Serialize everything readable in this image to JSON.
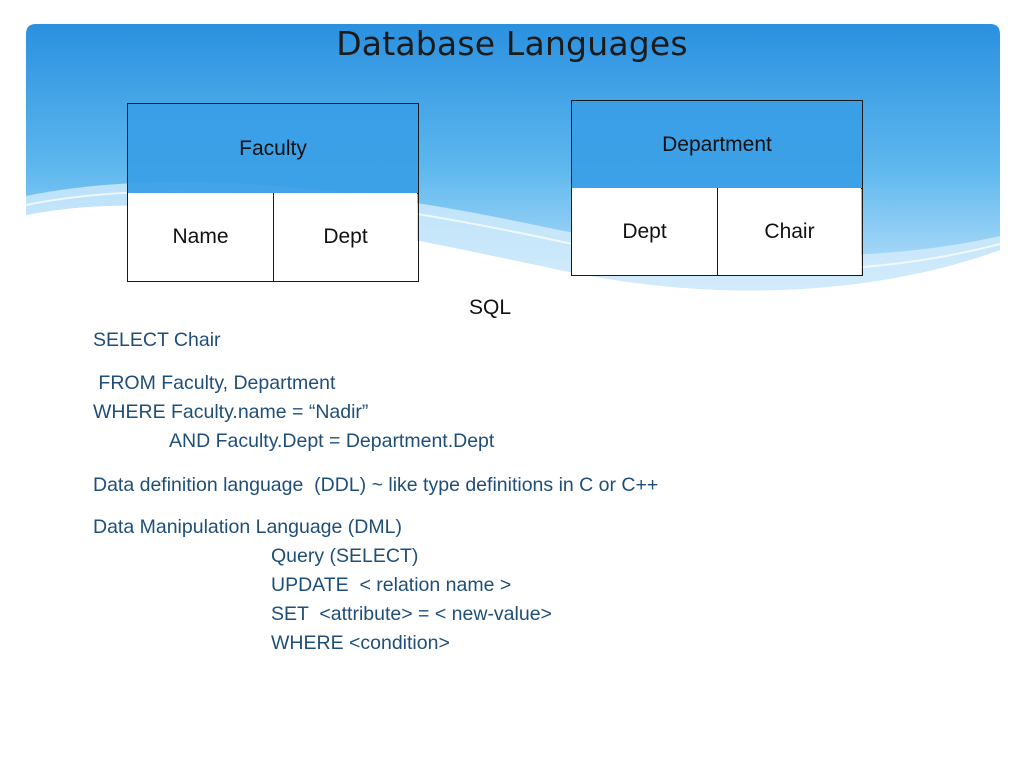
{
  "slide": {
    "title": "Database Languages",
    "sql_label": "SQL"
  },
  "tables": {
    "faculty": {
      "name": "Faculty",
      "columns": [
        "Name",
        "Dept"
      ]
    },
    "department": {
      "name": "Department",
      "columns": [
        "Dept",
        "Chair"
      ]
    }
  },
  "query": {
    "select": "SELECT Chair",
    "from": " FROM Faculty, Department",
    "where": "WHERE Faculty.name = “Nadir”",
    "and": "AND Faculty.Dept = Department.Dept"
  },
  "ddl": {
    "text": "Data definition language  (DDL) ~ like type definitions in C or C++"
  },
  "dml": {
    "heading": "Data Manipulation Language (DML)",
    "items": [
      "Query (SELECT)",
      "UPDATE  < relation name >",
      "SET  <attribute> = < new-value>",
      "WHERE <condition>"
    ]
  },
  "colors": {
    "banner_light": "#bfe3fa",
    "banner_mid": "#5fb8ee",
    "banner_dark": "#2a90df",
    "table_header": "#3a9ee6",
    "body_text": "#1f4e79"
  }
}
